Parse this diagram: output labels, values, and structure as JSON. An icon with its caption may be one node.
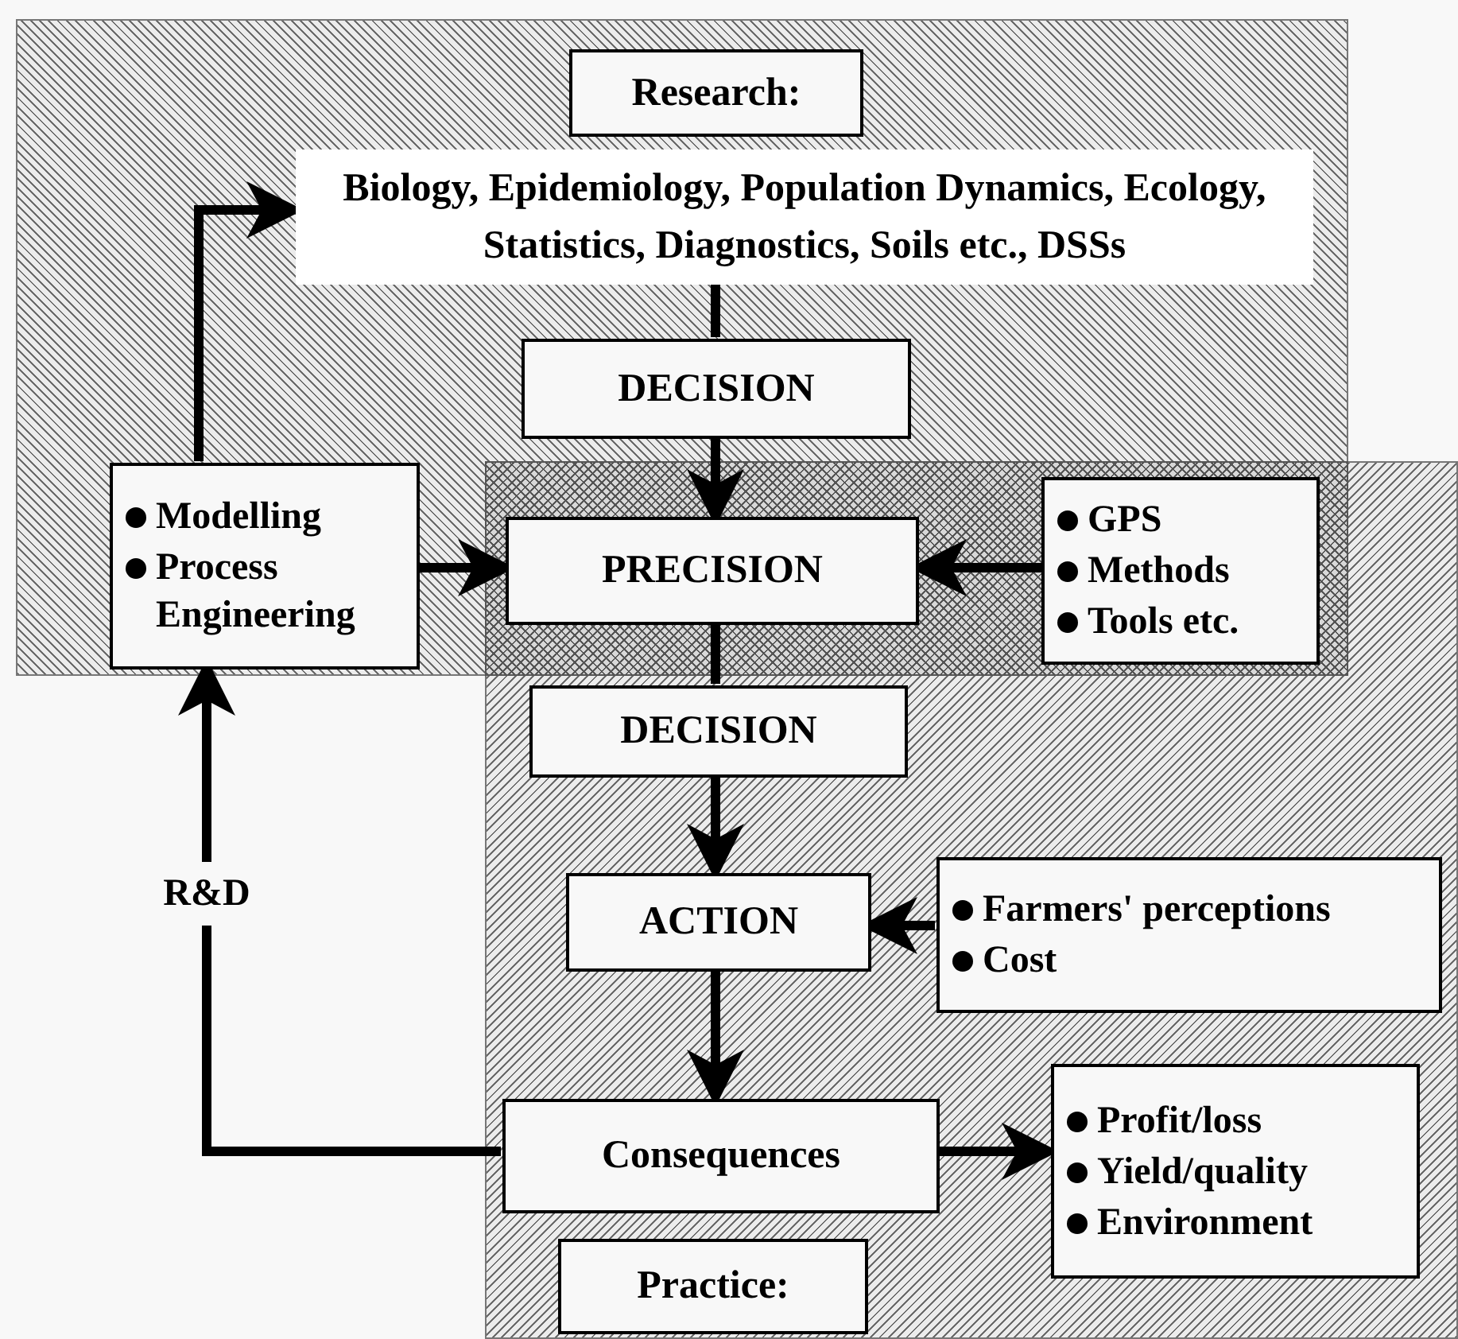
{
  "diagram": {
    "nodes": [
      {
        "text": [],
        "shape": "box"
      },
      {
        "text": [
          "Research:"
        ],
        "in": 0
      },
      {
        "text": [
          "Biology, Epidemiology, Population Dynamics, Ecology, Statistics, Diagnostics, Soils etc., DSSs"
        ],
        "in": 0
      },
      {
        "text": [
          "DECISION"
        ],
        "in": 0
      },
      {
        "text": [
          "Modelling",
          "Process Engineering"
        ],
        "in": 0
      },
      {
        "text": [
          "PRECISION"
        ]
      },
      {
        "text": [
          "GPS",
          "Methods",
          "Tools etc."
        ]
      },
      {
        "text": [],
        "shape": "box"
      },
      {
        "text": [
          "DECISION"
        ],
        "in": 7
      },
      {
        "text": [
          "ACTION"
        ],
        "in": 7
      },
      {
        "text": [
          "Farmers' perceptions",
          "Cost"
        ],
        "in": 7
      },
      {
        "text": [
          "Consequences"
        ],
        "in": 7
      },
      {
        "text": [
          "Profit/loss",
          "Yield/quality",
          "Environment"
        ],
        "in": 7
      },
      {
        "text": [
          "Practice:"
        ],
        "in": 7
      }
    ],
    "edges": [
      {
        "from": 4,
        "to": 2,
        "arrow": "to"
      },
      {
        "from": 2,
        "to": 3,
        "arrow": "none"
      },
      {
        "from": 3,
        "to": 5,
        "arrow": "to"
      },
      {
        "from": 4,
        "to": 5,
        "arrow": "to"
      },
      {
        "from": 6,
        "to": 5,
        "arrow": "to"
      },
      {
        "from": 5,
        "to": 8,
        "arrow": "none"
      },
      {
        "from": 8,
        "to": 9,
        "arrow": "to"
      },
      {
        "from": 10,
        "to": 9,
        "arrow": "to"
      },
      {
        "from": 9,
        "to": 11,
        "arrow": "to"
      },
      {
        "from": 11,
        "to": 12,
        "arrow": "to"
      },
      {
        "from": 11,
        "to": 4,
        "arrow": "to",
        "label": "R&D"
      }
    ]
  }
}
